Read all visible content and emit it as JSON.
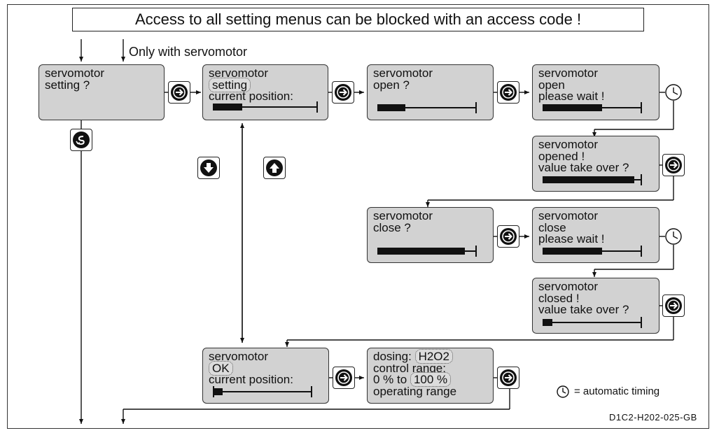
{
  "banner": "Access to all setting menus can be blocked with an access code !",
  "note_servomotor": "Only with servomotor",
  "screens": {
    "s1": {
      "l1": "servomotor",
      "l2": "setting  ?"
    },
    "s2": {
      "l1": "servomotor",
      "l2": "setting",
      "l3": "current position:",
      "bar": 0.28
    },
    "s3": {
      "l1": "servomotor",
      "l2": "open  ?",
      "bar": 0.28
    },
    "s4": {
      "l1": "servomotor",
      "l2": "open",
      "l3": "please wait  !",
      "bar": 0.6
    },
    "s5": {
      "l1": "servomotor",
      "l2": "opened  !",
      "l3": "value take over  ?",
      "bar": 0.92
    },
    "s6": {
      "l1": "servomotor",
      "l2": "close  ?",
      "bar": 0.88
    },
    "s7": {
      "l1": "servomotor",
      "l2": "close",
      "l3": "please wait  !",
      "bar": 0.6
    },
    "s8": {
      "l1": "servomotor",
      "l2": "closed  !",
      "l3": "value take over  ?",
      "bar": 0.1
    },
    "s9": {
      "l1": "servomotor",
      "l2": "OK",
      "l3": "current position:",
      "bar": 0.1
    },
    "s10": {
      "l1a": "dosing:",
      "l1b": "H2O2",
      "l2": "control range:",
      "l3a": "0 % to",
      "l3b": "100 %",
      "l4": "operating range"
    }
  },
  "icons": {
    "enter": "enter-key-icon",
    "exit": "exit-key-icon",
    "down": "down-arrow-key-icon",
    "up": "up-arrow-key-icon",
    "timer": "clock-icon"
  },
  "legend": {
    "text": "= automatic timing"
  },
  "doc_code": "D1C2-H202-025-GB"
}
